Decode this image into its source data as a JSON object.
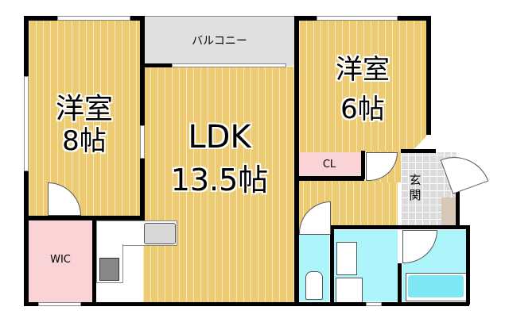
{
  "floorplan": {
    "balcony": {
      "label": "バルコニー"
    },
    "rooms": [
      {
        "id": "western-8",
        "name": "洋室",
        "size": "8帖"
      },
      {
        "id": "ldk",
        "name": "LDK",
        "size": "13.5帖"
      },
      {
        "id": "western-6",
        "name": "洋室",
        "size": "6帖"
      },
      {
        "id": "wic",
        "name": "WIC"
      },
      {
        "id": "closet",
        "name": "CL"
      },
      {
        "id": "entrance",
        "name": "玄関"
      }
    ],
    "colors": {
      "floor": "#eccb72",
      "wall": "#000000",
      "balcony": "#e0e0e0",
      "storage_pink": "#f9d3d6",
      "wet_area_blue": "#aef4fb",
      "entrance_tile": "#dcdcdc",
      "shoe_box": "#d7c8b8"
    }
  }
}
